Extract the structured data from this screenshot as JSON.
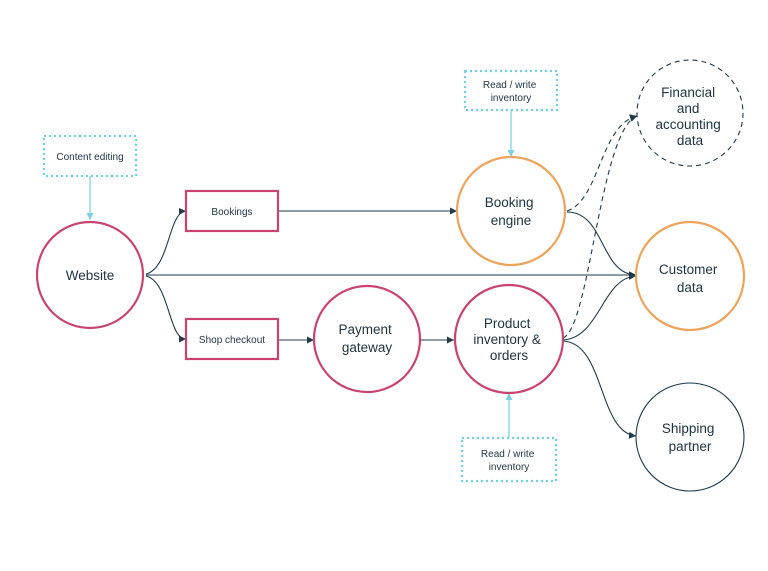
{
  "colors": {
    "magenta": "#c9436e",
    "orange": "#eda35a",
    "navy": "#1f3a4a",
    "dotted_note": "#6fd0e3",
    "text": "#1e3340"
  },
  "nodes": {
    "website": "Website",
    "bookings": "Bookings",
    "shop_checkout": "Shop checkout",
    "payment_gateway": [
      "Payment",
      "gateway"
    ],
    "booking_engine": [
      "Booking",
      "engine"
    ],
    "product_inventory": [
      "Product",
      "inventory &",
      "orders"
    ],
    "financial_data": [
      "Financial",
      "and",
      "accounting",
      "data"
    ],
    "customer_data": [
      "Customer",
      "data"
    ],
    "shipping_partner": [
      "Shipping",
      "partner"
    ]
  },
  "notes": {
    "content_editing": "Content editing",
    "read_write_top": [
      "Read / write",
      "inventory"
    ],
    "read_write_bottom": [
      "Read / write",
      "inventory"
    ]
  }
}
